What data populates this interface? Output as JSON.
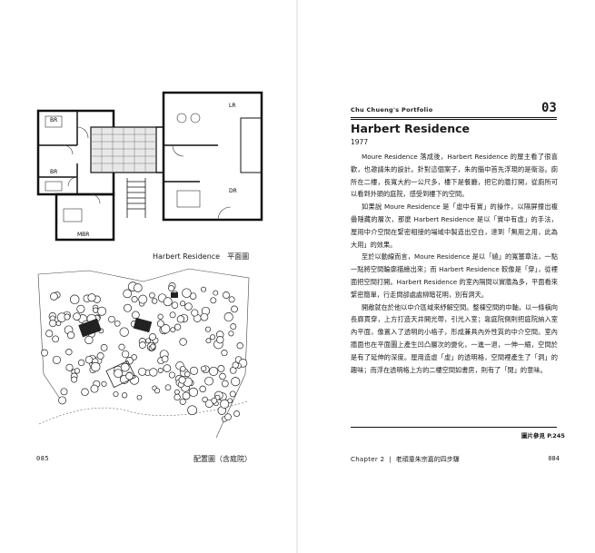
{
  "left_page": {
    "floor_plan_labels": {
      "br1": "BR",
      "br2": "BR",
      "lr": "LR",
      "dr": "DR",
      "mbr": "MBR"
    },
    "floor_plan_caption": "Harbert Residence　平面圖",
    "site_plan_caption": "配置圖（含庭院）",
    "page_number": "085"
  },
  "right_page": {
    "running_head": "Chu Chueng's Portfolio",
    "chapter_number": "03",
    "title": "Harbert Residence",
    "year": "1977",
    "paragraphs": [
      "Moure Residence 落成後，Harbert Residence 的屋主看了很喜歡，也邀請朱的設計。針對這個案子，朱的腦中首先浮現的是衛浴。廁所在二樓，長寬大約一公尺多，樓下是餐廳，把它的牆打開，從廁所可以看到外頭的庭院，感受到樓下的空間。",
      "如果說 Moure Residence 是「虛中有實」的操作，以隔屏撞出複疊隱藏的層次，那麼 Harbert Residence 是以「實中有虛」的手法，厘用中介空間在緊密相接的場域中製造出空白，達到「無用之用，此為大用」的效果。",
      "至於以動線而言，Moure Residence 是以「繞」的寬塞章法，一點一點將空間輪廓描繪出來；而 Harbert Residence 較像是「穿」，從裡面把空間打開。Harbert Residence 的室內隔間以實牆為多，平面看來緊密簡單，行走間卻處處柳暗花明，別有洞天。",
      "開敞就在於他以中介區域來紓解空間。整棟空間的中軸，以一條橫向長廊貫穿，上方打造天井開光帶，引光入室；靠庭院側則把庭院納入室內平面，像置入了透明的小格子，形成兼具內外性質的中介空間。室內牆面也在平面圖上產生凹凸層次的變化，一進一退，一伸一縮，空間於是有了延伸的深度。厘用造虛「虛」的透明格，空間裡產生了「洞」的趣味；而浮在透明格上方的二樓空間如書房，則有了「閒」的意味。"
    ],
    "figure_reference": "圖片參見 P.245",
    "footer_chapter": "Chapter 2",
    "footer_separator": "|",
    "footer_chapter_title": "老頑童朱宗嘉的四步驟",
    "page_number": "084"
  }
}
